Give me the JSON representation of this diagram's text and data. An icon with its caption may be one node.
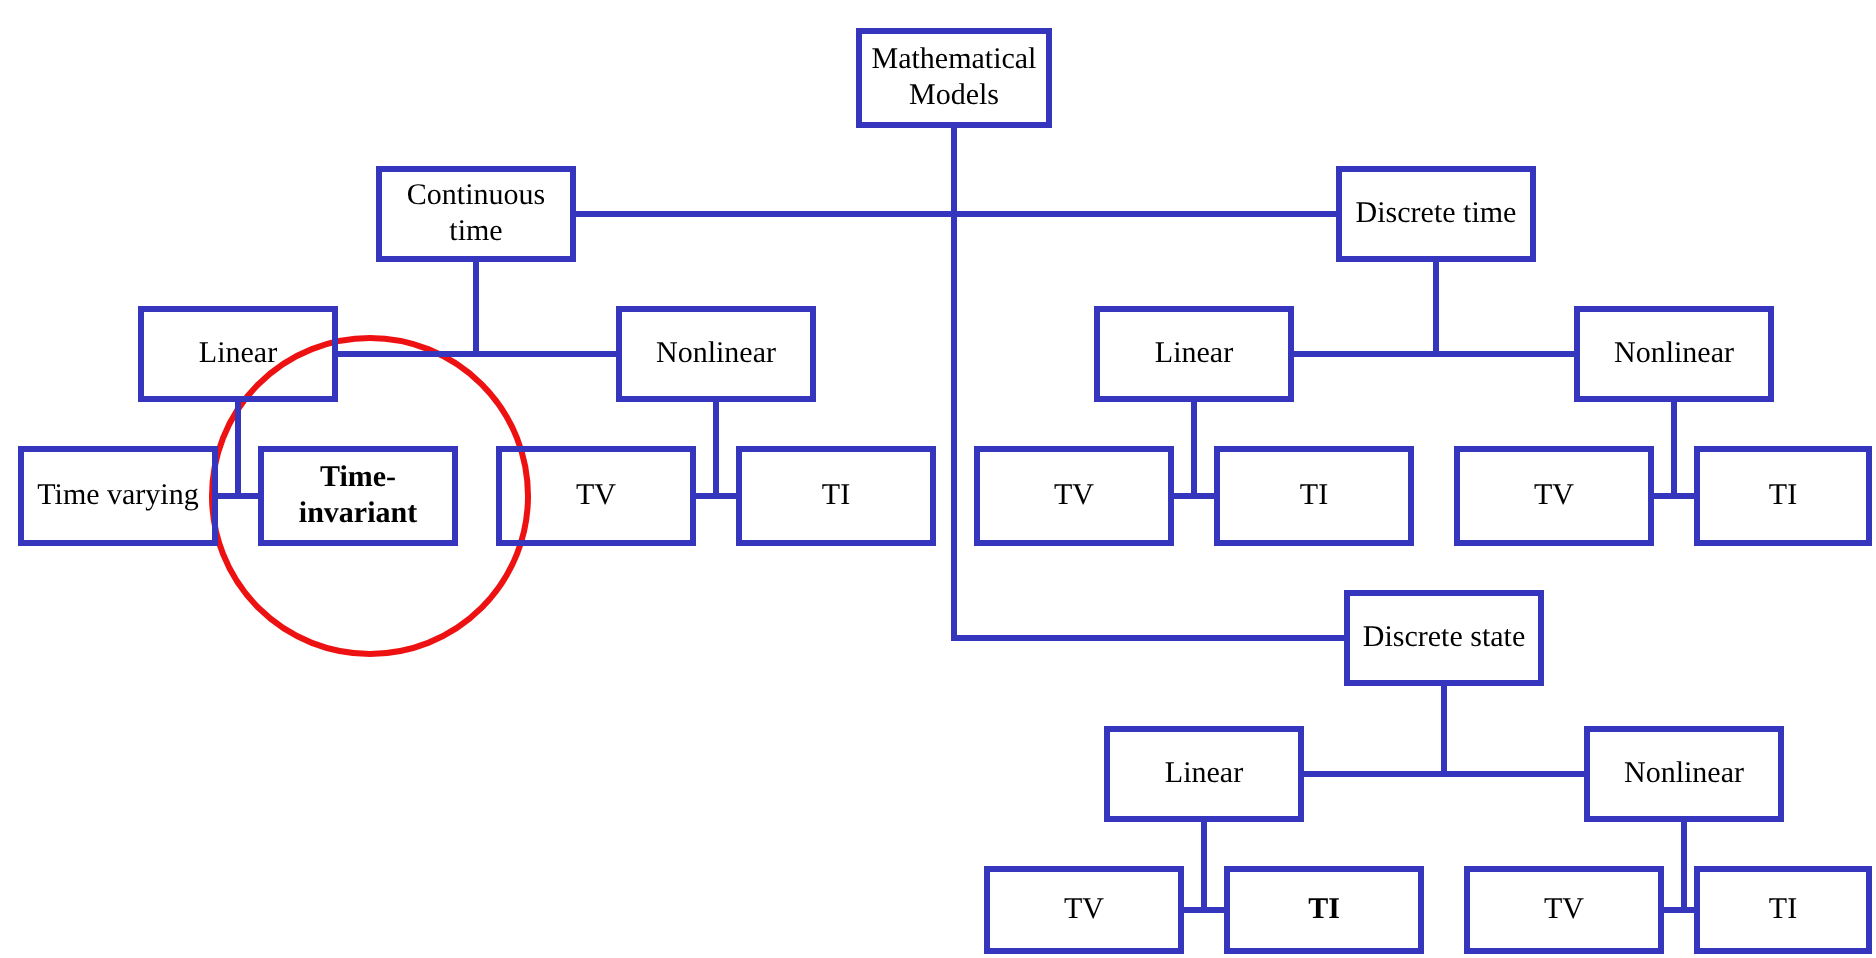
{
  "diagram": {
    "nodes": [
      {
        "text": [
          "Mathematical Models"
        ]
      },
      {
        "text": [
          "Continuous time"
        ]
      },
      {
        "text": [
          "Discrete time"
        ]
      },
      {
        "text": [
          "Discrete state"
        ]
      },
      {
        "text": [
          "Linear"
        ]
      },
      {
        "text": [
          "Nonlinear"
        ]
      },
      {
        "text": [
          "Time varying"
        ]
      },
      {
        "text": [
          "Time-invariant"
        ]
      },
      {
        "text": [
          "TV"
        ]
      },
      {
        "text": [
          "TI"
        ]
      },
      {
        "text": [
          "Linear"
        ]
      },
      {
        "text": [
          "Nonlinear"
        ]
      },
      {
        "text": [
          "TV"
        ]
      },
      {
        "text": [
          "TI"
        ]
      },
      {
        "text": [
          "TV"
        ]
      },
      {
        "text": [
          "TI"
        ]
      },
      {
        "text": [
          "Linear"
        ]
      },
      {
        "text": [
          "Nonlinear"
        ]
      },
      {
        "text": [
          "TV"
        ]
      },
      {
        "text": [
          "TI"
        ]
      },
      {
        "text": [
          "TV"
        ]
      },
      {
        "text": [
          "TI"
        ]
      }
    ],
    "edges": [
      {
        "from": 0,
        "to": 1,
        "arrow": "none"
      },
      {
        "from": 0,
        "to": 2,
        "arrow": "none"
      },
      {
        "from": 0,
        "to": 3,
        "arrow": "none"
      },
      {
        "from": 1,
        "to": 4,
        "arrow": "none"
      },
      {
        "from": 1,
        "to": 5,
        "arrow": "none"
      },
      {
        "from": 4,
        "to": 6,
        "arrow": "none"
      },
      {
        "from": 4,
        "to": 7,
        "arrow": "none"
      },
      {
        "from": 5,
        "to": 8,
        "arrow": "none"
      },
      {
        "from": 5,
        "to": 9,
        "arrow": "none"
      },
      {
        "from": 2,
        "to": 10,
        "arrow": "none"
      },
      {
        "from": 2,
        "to": 11,
        "arrow": "none"
      },
      {
        "from": 10,
        "to": 12,
        "arrow": "none"
      },
      {
        "from": 10,
        "to": 13,
        "arrow": "none"
      },
      {
        "from": 11,
        "to": 14,
        "arrow": "none"
      },
      {
        "from": 11,
        "to": 15,
        "arrow": "none"
      },
      {
        "from": 3,
        "to": 16,
        "arrow": "none"
      },
      {
        "from": 3,
        "to": 17,
        "arrow": "none"
      },
      {
        "from": 16,
        "to": 18,
        "arrow": "none"
      },
      {
        "from": 16,
        "to": 19,
        "arrow": "none"
      },
      {
        "from": 17,
        "to": 20,
        "arrow": "none"
      },
      {
        "from": 17,
        "to": 21,
        "arrow": "none"
      }
    ]
  }
}
